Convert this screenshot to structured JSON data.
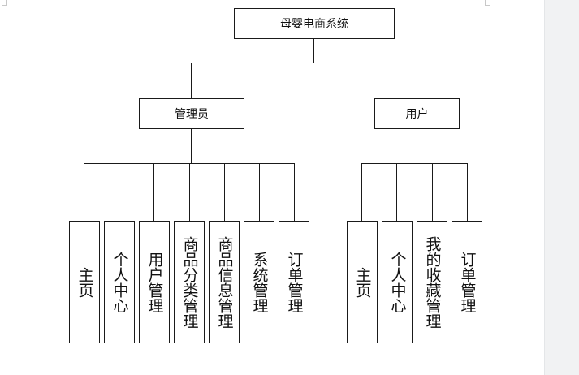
{
  "diagram": {
    "root": {
      "label": "母婴电商系统"
    },
    "roles": [
      {
        "label": "管理员",
        "children": [
          "主页",
          "个人中心",
          "用户管理",
          "商品分类管理",
          "商品信息管理",
          "系统管理",
          "订单管理"
        ]
      },
      {
        "label": "用户",
        "children": [
          "主页",
          "个人中心",
          "我的收藏管理",
          "订单管理"
        ]
      }
    ]
  }
}
